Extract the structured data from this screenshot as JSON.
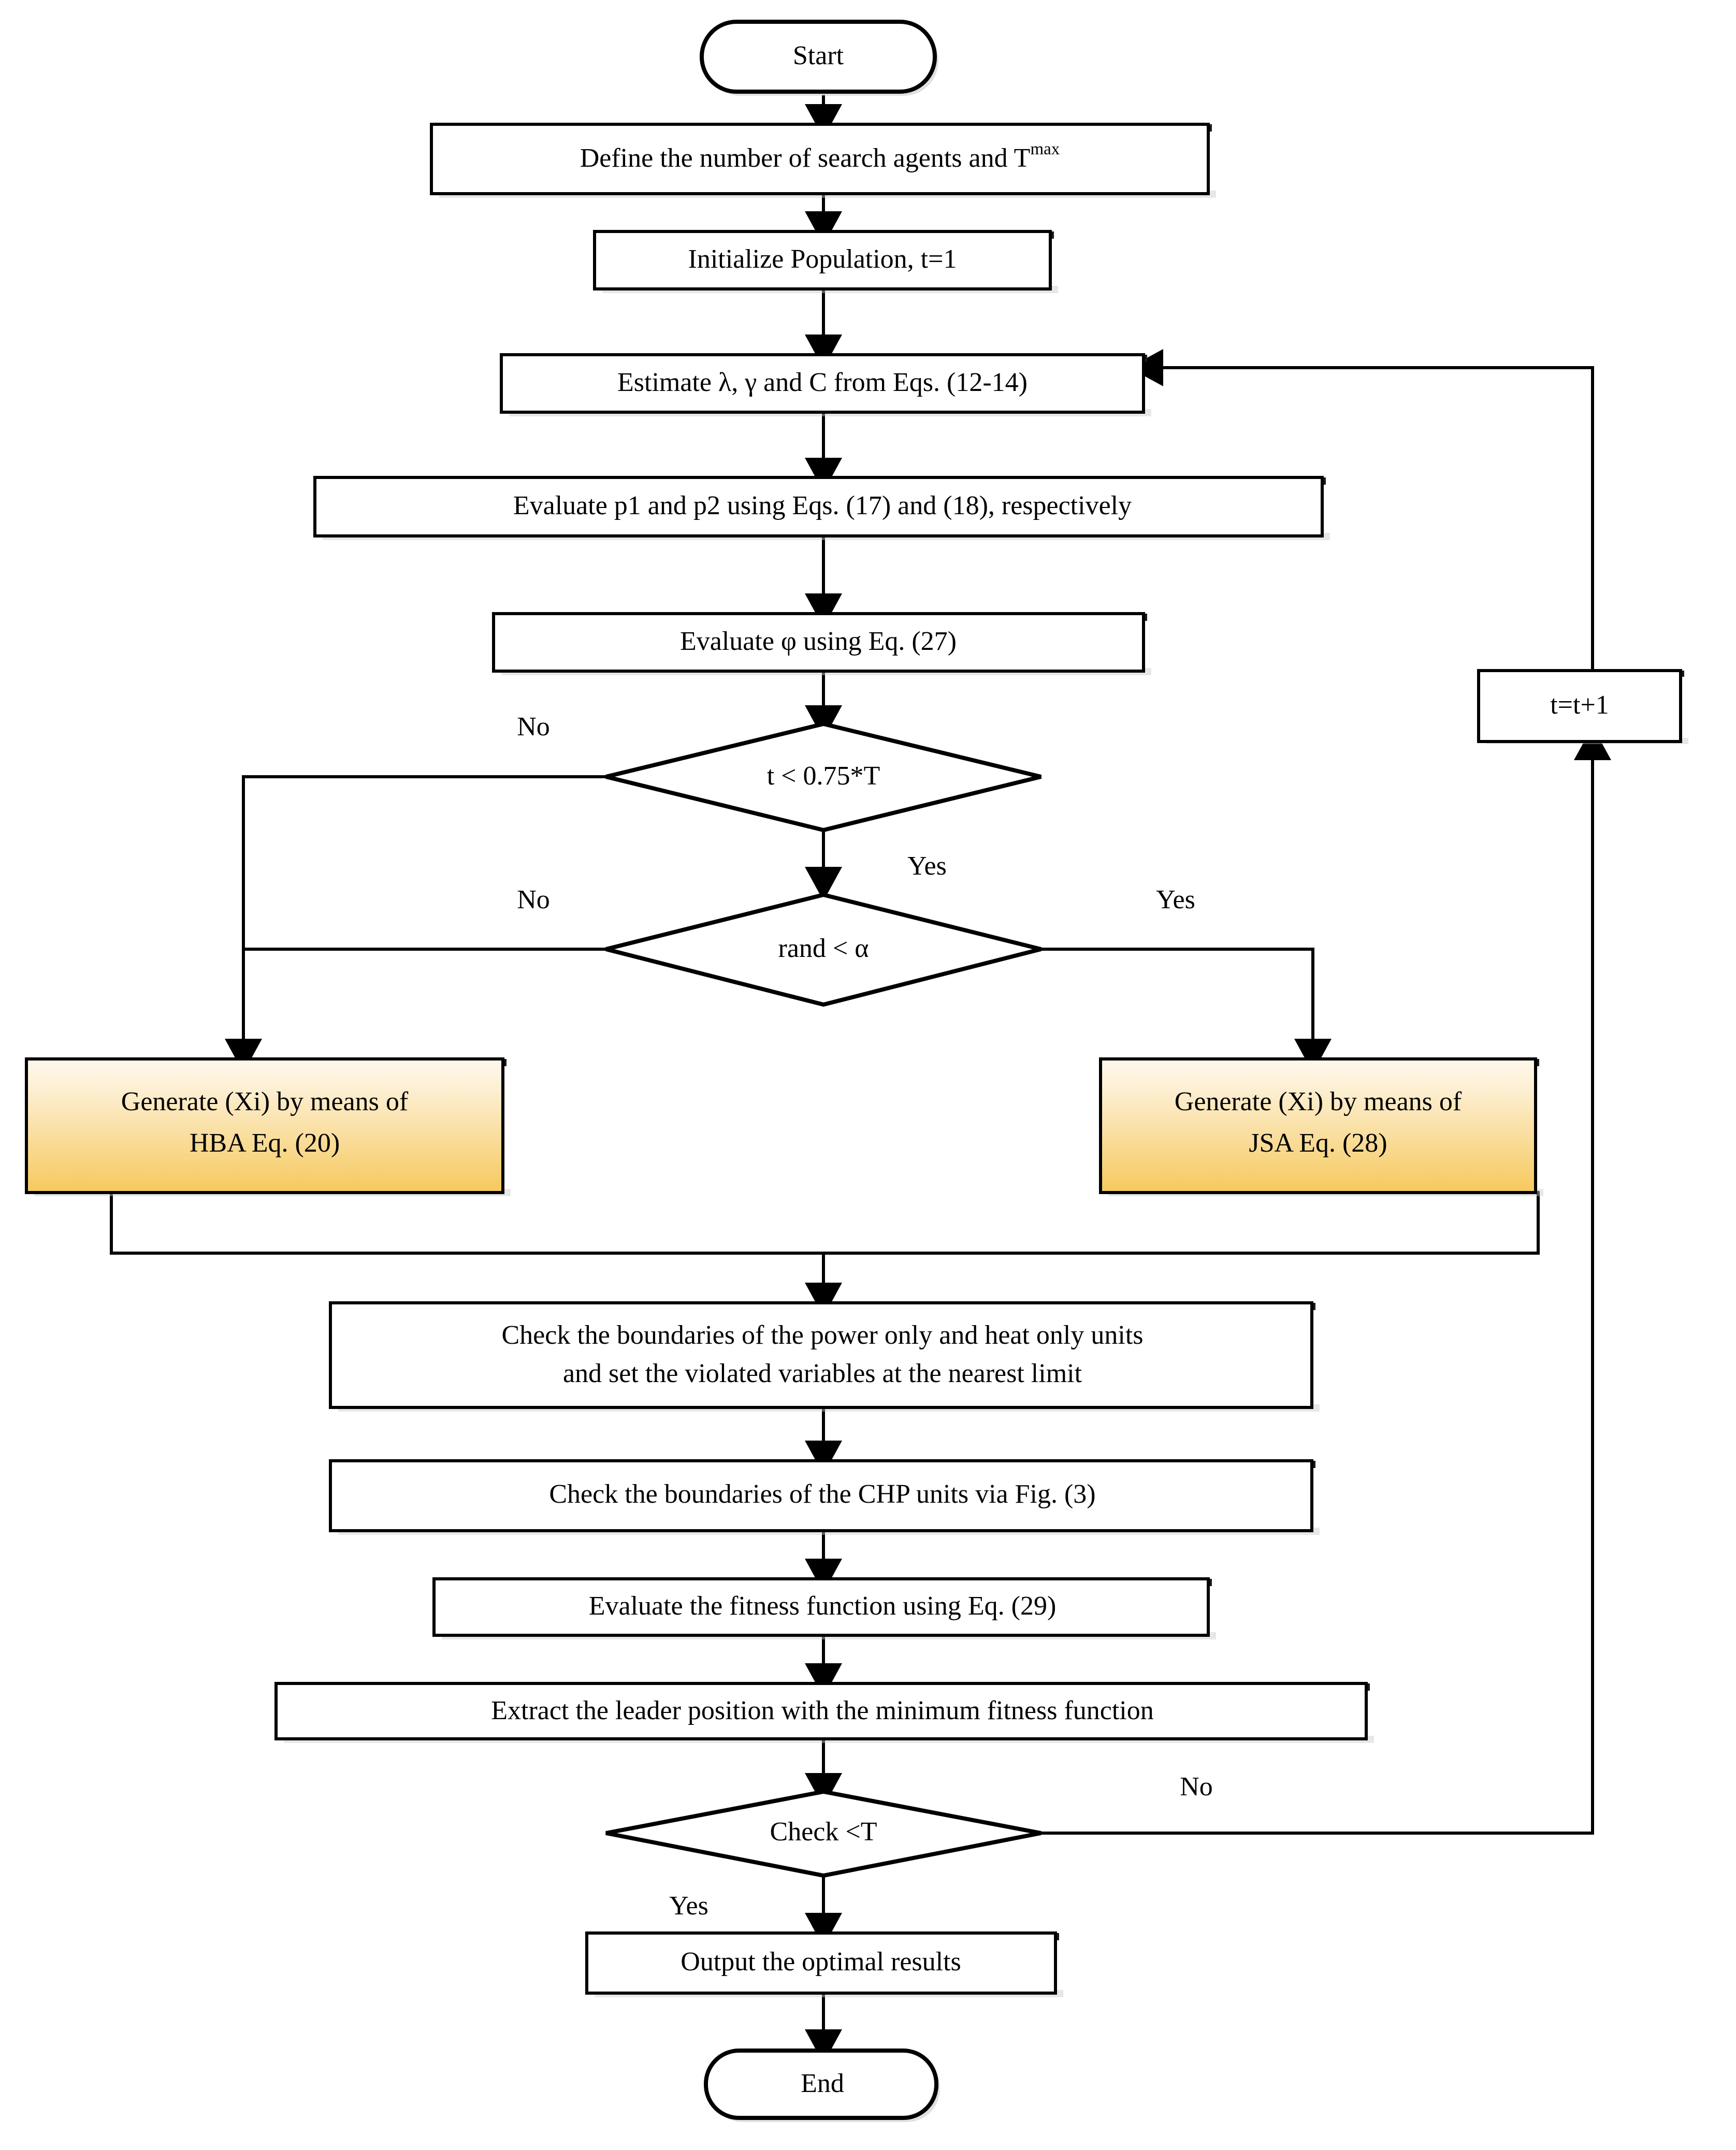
{
  "diagram": {
    "title": "Optimization algorithm flowchart",
    "colors": {
      "gold_top": "#fdf6e3",
      "gold_bottom": "#f5c851",
      "box_fill": "#ffffff",
      "stroke": "#000000",
      "shadow": "#1a1a1a"
    },
    "nodes": {
      "start": {
        "label": "Start",
        "shape": "terminal"
      },
      "define": {
        "label": "Define the number of search agents and T",
        "sup": "max",
        "shape": "process"
      },
      "init": {
        "label": "Initialize Population, t=1",
        "shape": "process"
      },
      "estimate": {
        "label": "Estimate λ, γ and C from Eqs. (12-14)",
        "shape": "process"
      },
      "evaluate_p": {
        "label": "Evaluate p1 and p2 using Eqs. (17) and (18), respectively",
        "shape": "process"
      },
      "evaluate_phi": {
        "label": "Evaluate φ using Eq. (27)",
        "shape": "process"
      },
      "decision_t": {
        "label": "t < 0.75*T",
        "shape": "decision"
      },
      "decision_rand": {
        "label": "rand < α",
        "shape": "decision"
      },
      "gen_hba": {
        "line1": "Generate (Xi) by means of",
        "line2": "HBA Eq. (20)",
        "shape": "process-gold"
      },
      "gen_jsa": {
        "line1": "Generate (Xi) by means of",
        "line2": "JSA Eq. (28)",
        "shape": "process-gold"
      },
      "check_bounds": {
        "line1": "Check the boundaries of the power only and heat only units",
        "line2": "and set the violated variables at the nearest limit",
        "shape": "process"
      },
      "check_chp": {
        "label": "Check the boundaries of the CHP units via Fig. (3)",
        "shape": "process"
      },
      "evaluate_fitness": {
        "label": "Evaluate the fitness function using Eq. (29)",
        "shape": "process"
      },
      "extract_leader": {
        "label": "Extract the leader position with the minimum fitness function",
        "shape": "process"
      },
      "decision_check_t": {
        "label": "Check <T",
        "shape": "decision"
      },
      "output": {
        "label": "Output the optimal results",
        "shape": "process"
      },
      "end": {
        "label": "End",
        "shape": "terminal"
      },
      "increment": {
        "label": "t=t+1",
        "shape": "process"
      }
    },
    "edge_labels": {
      "t_no": "No",
      "t_yes": "Yes",
      "rand_no": "No",
      "rand_yes": "Yes",
      "check_no": "No",
      "check_yes": "Yes"
    }
  }
}
